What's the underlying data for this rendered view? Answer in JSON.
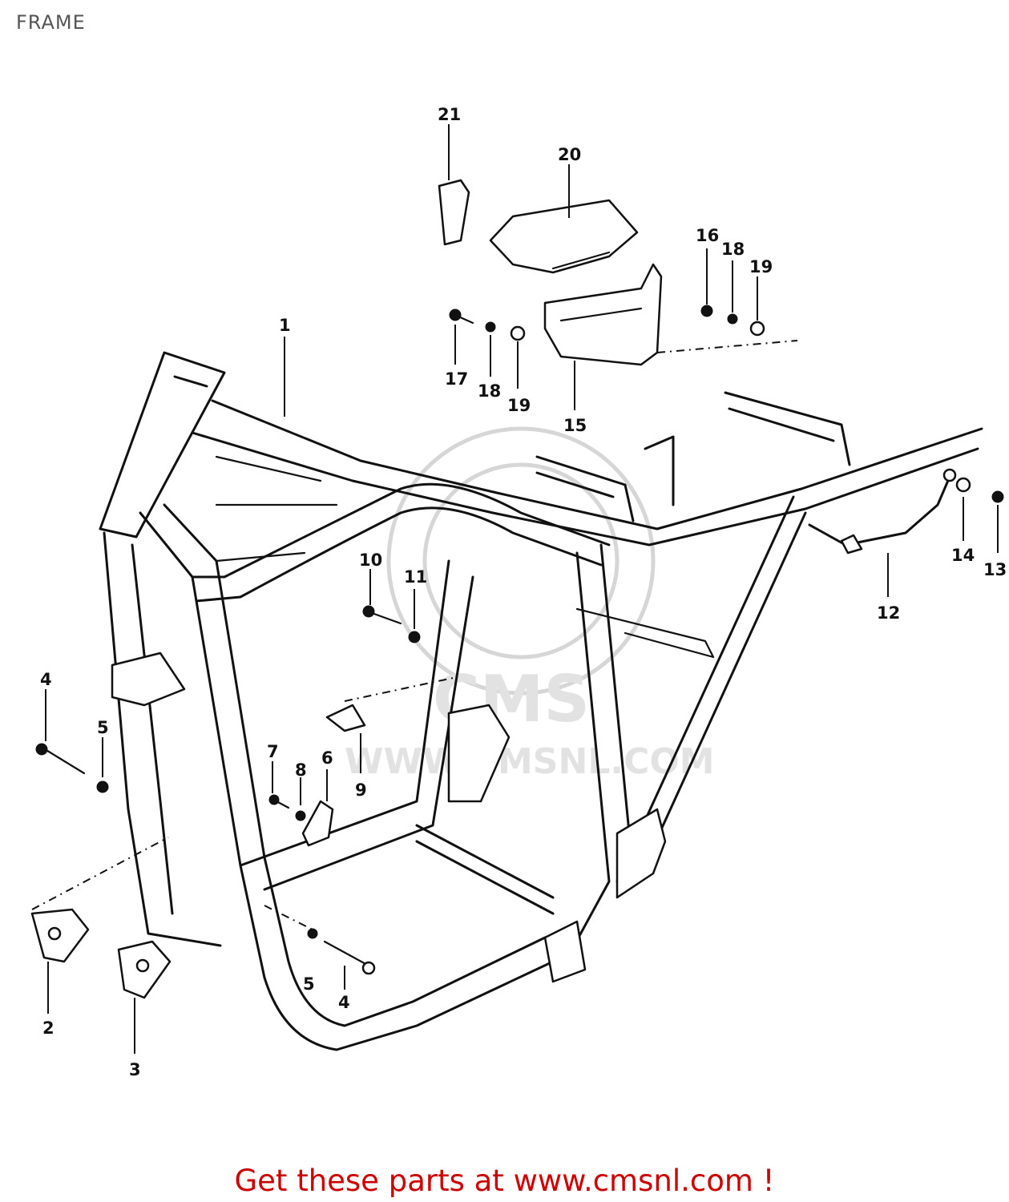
{
  "header": {
    "title": "FRAME"
  },
  "watermark": {
    "text": "CMS",
    "url_text": "WWW.CMSNL.COM"
  },
  "callouts": [
    {
      "id": "c1",
      "label": "1"
    },
    {
      "id": "c2",
      "label": "2"
    },
    {
      "id": "c3",
      "label": "3"
    },
    {
      "id": "c4a",
      "label": "4"
    },
    {
      "id": "c4b",
      "label": "4"
    },
    {
      "id": "c5a",
      "label": "5"
    },
    {
      "id": "c5b",
      "label": "5"
    },
    {
      "id": "c6",
      "label": "6"
    },
    {
      "id": "c7",
      "label": "7"
    },
    {
      "id": "c8",
      "label": "8"
    },
    {
      "id": "c9",
      "label": "9"
    },
    {
      "id": "c10",
      "label": "10"
    },
    {
      "id": "c11",
      "label": "11"
    },
    {
      "id": "c12",
      "label": "12"
    },
    {
      "id": "c13",
      "label": "13"
    },
    {
      "id": "c14",
      "label": "14"
    },
    {
      "id": "c15",
      "label": "15"
    },
    {
      "id": "c16",
      "label": "16"
    },
    {
      "id": "c17",
      "label": "17"
    },
    {
      "id": "c18a",
      "label": "18"
    },
    {
      "id": "c18b",
      "label": "18"
    },
    {
      "id": "c19a",
      "label": "19"
    },
    {
      "id": "c19b",
      "label": "19"
    },
    {
      "id": "c20",
      "label": "20"
    },
    {
      "id": "c21",
      "label": "21"
    }
  ],
  "footer": {
    "text": "Get these parts at www.cmsnl.com !"
  },
  "colors": {
    "footer": "#cc0000",
    "ink": "#111111",
    "watermark": "#d6d6d6"
  }
}
